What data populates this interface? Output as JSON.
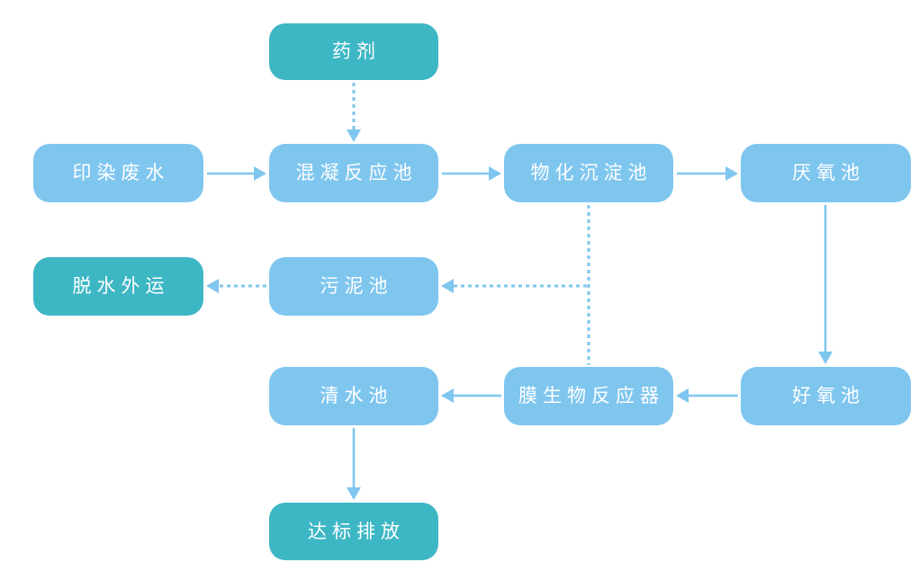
{
  "diagram": {
    "type": "flowchart",
    "colors": {
      "node_light": "#7fc6ef",
      "node_dark": "#3eb7c5",
      "arrow": "#7fc6ef",
      "text": "#ffffff",
      "background": "#ffffff"
    },
    "nodes": [
      {
        "id": "chemical-agent",
        "label": "药剂",
        "variant": "dark"
      },
      {
        "id": "dyeing-wastewater",
        "label": "印染废水",
        "variant": "light"
      },
      {
        "id": "coagulation-reaction-tank",
        "label": "混凝反应池",
        "variant": "light"
      },
      {
        "id": "physicochemical-sedimentation-tank",
        "label": "物化沉淀池",
        "variant": "light"
      },
      {
        "id": "anaerobic-tank",
        "label": "厌氧池",
        "variant": "light"
      },
      {
        "id": "dewatering-and-outward-transport",
        "label": "脱水外运",
        "variant": "dark"
      },
      {
        "id": "sludge-tank",
        "label": "污泥池",
        "variant": "light"
      },
      {
        "id": "clean-water-tank",
        "label": "清水池",
        "variant": "light"
      },
      {
        "id": "membrane-bioreactor",
        "label": "膜生物反应器",
        "variant": "light"
      },
      {
        "id": "aerobic-tank",
        "label": "好氧池",
        "variant": "light"
      },
      {
        "id": "discharge-up-to-standard",
        "label": "达标排放",
        "variant": "dark"
      }
    ],
    "edges": [
      {
        "from": "药剂",
        "to": "混凝反应池",
        "style": "dashed"
      },
      {
        "from": "印染废水",
        "to": "混凝反应池",
        "style": "solid"
      },
      {
        "from": "混凝反应池",
        "to": "物化沉淀池",
        "style": "solid"
      },
      {
        "from": "物化沉淀池",
        "to": "厌氧池",
        "style": "solid"
      },
      {
        "from": "厌氧池",
        "to": "好氧池",
        "style": "solid"
      },
      {
        "from": "好氧池",
        "to": "膜生物反应器",
        "style": "solid"
      },
      {
        "from": "膜生物反应器",
        "to": "清水池",
        "style": "solid"
      },
      {
        "from": "清水池",
        "to": "达标排放",
        "style": "solid"
      },
      {
        "from": "物化沉淀池",
        "to": "污泥池",
        "style": "dashed"
      },
      {
        "from": "膜生物反应器",
        "to": "污泥池",
        "style": "dashed"
      },
      {
        "from": "污泥池",
        "to": "脱水外运",
        "style": "dashed"
      }
    ]
  }
}
